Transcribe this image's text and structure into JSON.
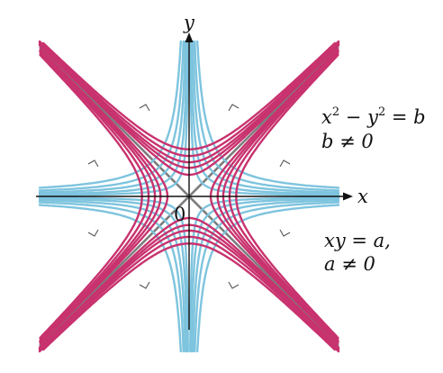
{
  "axes": {
    "x_label": "x",
    "y_label": "y",
    "origin_label": "0"
  },
  "families": {
    "hyperbolas_xy2": {
      "label_line1": {
        "x": "x",
        "exp1": "2",
        "minus": " − ",
        "y": "y",
        "exp2": "2",
        "rest": " = b"
      },
      "label_line2": "b ≠ 0",
      "color": "#c8326e",
      "b_values": [
        4,
        7,
        10,
        14,
        19
      ]
    },
    "hyperbolas_xy": {
      "label_line1": "xy = a,",
      "label_line2": "a ≠ 0",
      "color": "#7ec4de",
      "a_values": [
        1.5,
        3,
        5,
        7.5,
        11
      ]
    },
    "asymptotes": {
      "color": "#7d7d7d"
    }
  }
}
